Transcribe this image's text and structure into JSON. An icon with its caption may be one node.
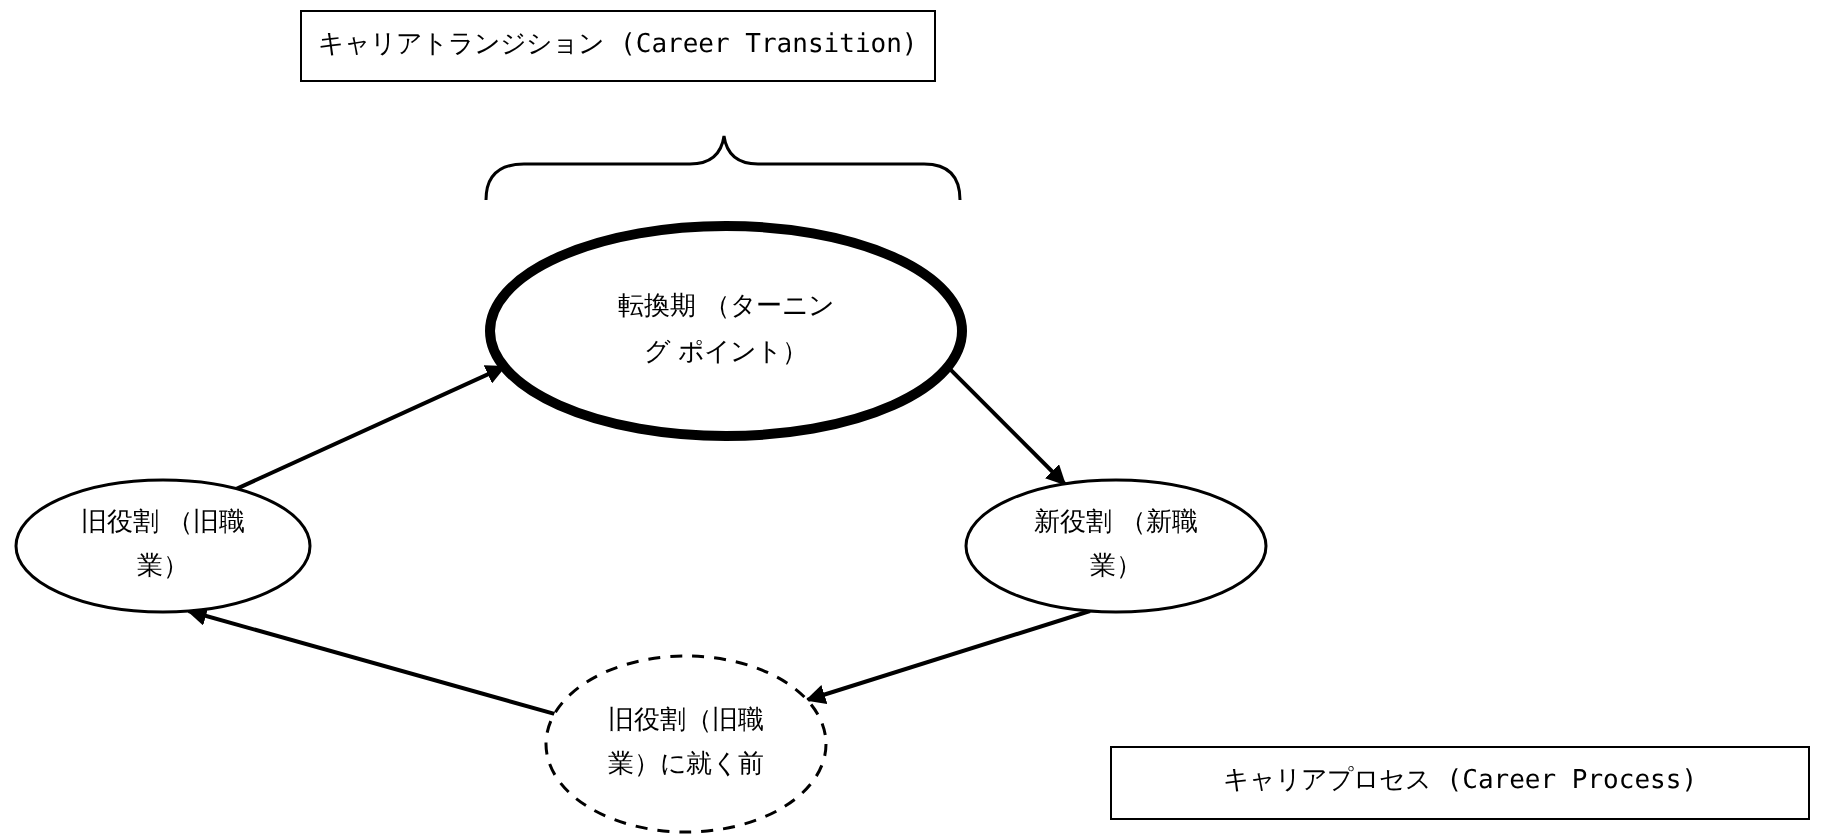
{
  "diagram": {
    "nodes": [
      {
        "text": [
          "キャリアトランジション (Career Transition)"
        ]
      },
      {
        "text": [
          "転換期 （ターニング ポイント）"
        ]
      },
      {
        "text": [
          "新役割 （新職業）"
        ]
      },
      {
        "text": [
          "旧役割（旧職業）に就く前"
        ]
      },
      {
        "text": [
          "旧役割 （旧職業）"
        ]
      },
      {
        "text": [
          "キャリアプロセス (Career Process)"
        ]
      }
    ],
    "edges": [
      {
        "from": 4,
        "to": 1,
        "arrow": "to"
      },
      {
        "from": 1,
        "to": 2,
        "arrow": "to"
      },
      {
        "from": 2,
        "to": 3,
        "arrow": "to"
      },
      {
        "from": 3,
        "to": 4,
        "arrow": "to"
      }
    ]
  }
}
